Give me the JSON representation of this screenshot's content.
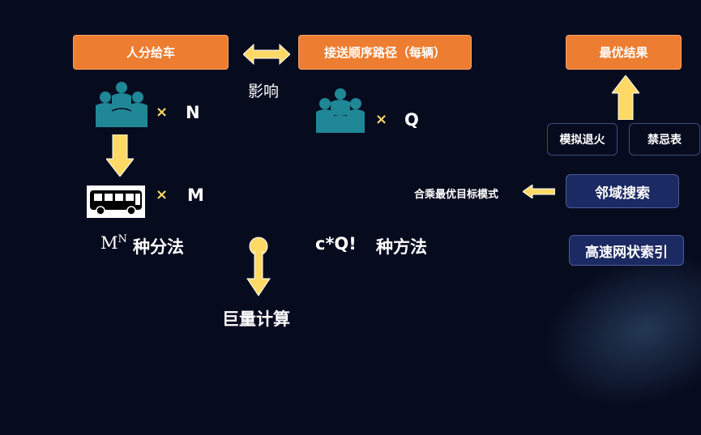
{
  "boxes": {
    "assign": "人分给车",
    "route": "接送顺序路径（每辆）",
    "best": "最优结果",
    "sa": "模拟退火",
    "tabu": "禁忌表",
    "neighbor": "邻域搜索",
    "index": "高速网状索引"
  },
  "labels": {
    "influence": "影响",
    "n": "N",
    "q": "Q",
    "m": "M",
    "times": "×",
    "mn_base": "M",
    "mn_exp": "N",
    "mn_text": "种分法",
    "cq": "c*Q!",
    "cq_text": "种方法",
    "huge": "巨量计算",
    "merge": "合乘最优目标模式"
  },
  "colors": {
    "orange": "#ed7d31",
    "arrow_yellow": "#ffd966",
    "people_teal": "#1f8796",
    "background": "#070b1e"
  },
  "icons": [
    "people-group-icon",
    "bus-icon",
    "double-arrow-icon",
    "down-arrow-icon",
    "up-arrow-icon",
    "left-arrow-icon",
    "thermometer-arrow-icon"
  ]
}
